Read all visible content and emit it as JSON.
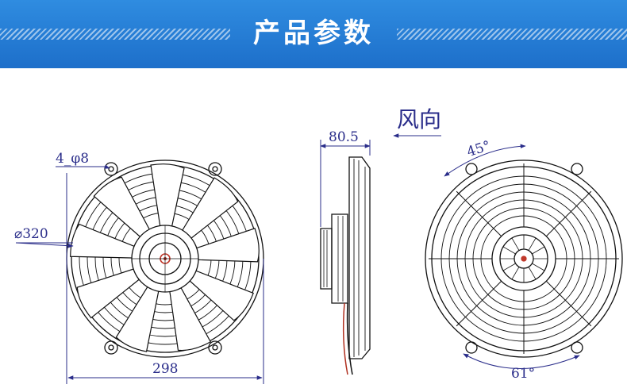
{
  "header": {
    "title": "产品参数"
  },
  "front_view": {
    "hole_label": "4_φ8",
    "diameter_label": "⌀320",
    "width_label": "298"
  },
  "side_view": {
    "depth_label": "80.5",
    "airflow_label": "风向"
  },
  "back_view": {
    "top_angle_label": "45°",
    "bottom_angle_label": "61°"
  },
  "colors": {
    "banner": "#1d6fca",
    "dimension_line": "#2a2d8a",
    "drawing": "#111111"
  }
}
